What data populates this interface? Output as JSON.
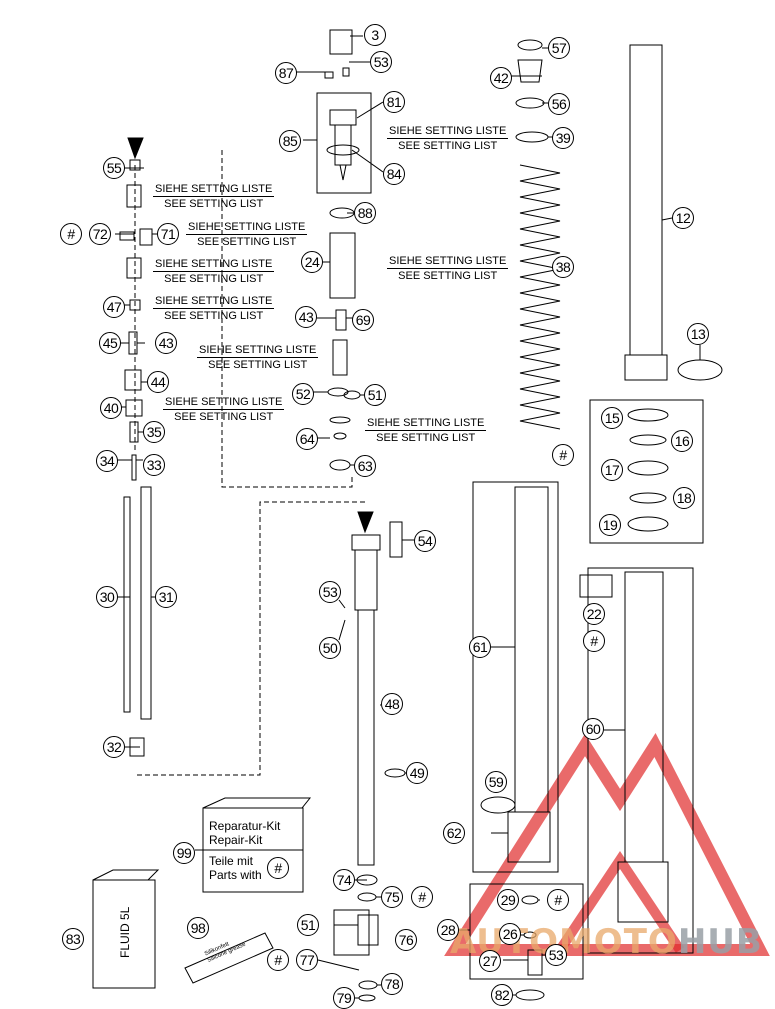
{
  "notes": {
    "l1": "SIEHE SETTING LISTE",
    "l2": "SEE SETTING LIST"
  },
  "kit": {
    "line1": "Reparatur-Kit",
    "line2": "Repair-Kit",
    "line3": "Teile mit",
    "line4": "Parts with",
    "symbol": "#"
  },
  "fluid": {
    "label": "FLUID 5L"
  },
  "tube": {
    "line1": "Silikonfett",
    "line2": "Silicone grease"
  },
  "watermark": {
    "part1": "AUTOMOTO",
    "part2": "HUB",
    "logo_color": "#e02b2b"
  },
  "callouts": {
    "c3": "3",
    "c87": "87",
    "c53a": "53",
    "c81": "81",
    "c85": "85",
    "c84": "84",
    "c57": "57",
    "c42": "42",
    "c56": "56",
    "c39": "39",
    "c12": "12",
    "c55": "55",
    "h72": "#",
    "c72": "72",
    "c71": "71",
    "c88": "88",
    "c24": "24",
    "c38": "38",
    "c47": "47",
    "c45": "45",
    "c43a": "43",
    "c43b": "43",
    "c69": "69",
    "c13": "13",
    "c44": "44",
    "c52": "52",
    "c51a": "51",
    "c40": "40",
    "c35": "35",
    "c64": "64",
    "c15": "15",
    "c16": "16",
    "h17": "#",
    "c17": "17",
    "c34": "34",
    "c33": "33",
    "c63": "63",
    "c18": "18",
    "c19": "19",
    "c54": "54",
    "c22": "22",
    "h22": "#",
    "c30": "30",
    "c31": "31",
    "c53b": "53",
    "c50": "50",
    "c61": "61",
    "c48": "48",
    "c60": "60",
    "c32": "32",
    "c49": "49",
    "c59": "59",
    "c62": "62",
    "c99": "99",
    "c74": "74",
    "c75": "75",
    "h75": "#",
    "c29": "29",
    "h29": "#",
    "c83": "83",
    "c98": "98",
    "c51b": "51",
    "c76": "76",
    "c28": "28",
    "c26": "26",
    "h77": "#",
    "c77": "77",
    "c27": "27",
    "c53c": "53",
    "c78": "78",
    "c79": "79",
    "c82": "82"
  }
}
